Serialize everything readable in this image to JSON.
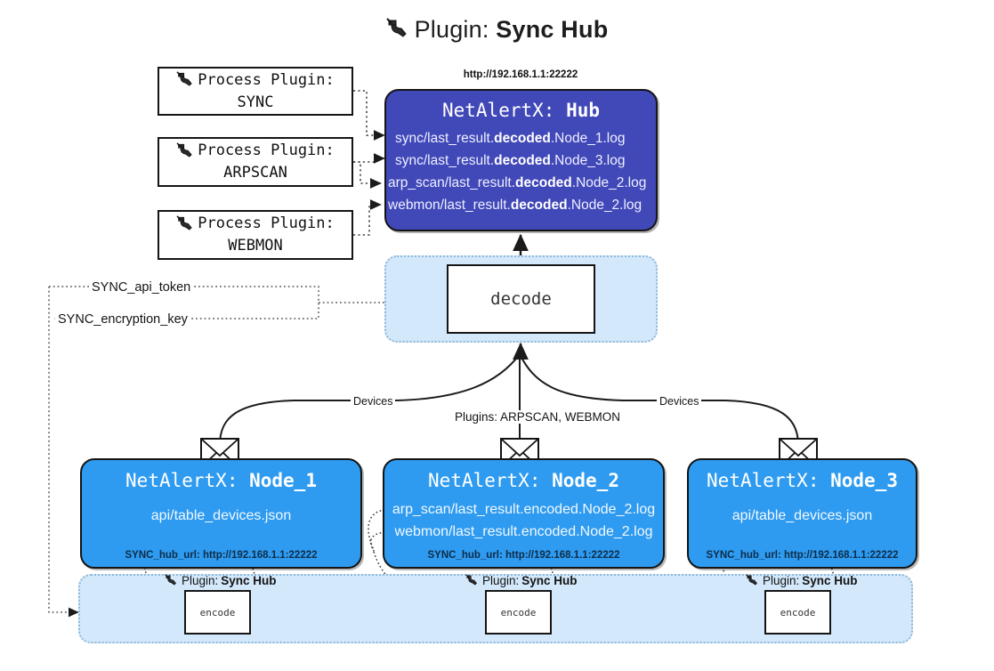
{
  "title": {
    "prefix": "Plugin: ",
    "name": "Sync Hub",
    "icon": "plug-icon"
  },
  "process_plugins": [
    {
      "label": "Process Plugin:",
      "name": "SYNC",
      "icon": "plug-icon"
    },
    {
      "label": "Process Plugin:",
      "name": "ARPSCAN",
      "icon": "plug-icon"
    },
    {
      "label": "Process Plugin:",
      "name": "WEBMON",
      "icon": "plug-icon"
    }
  ],
  "hub": {
    "url": "http://192.168.1.1:22222",
    "title_prefix": "NetAlertX: ",
    "title_name": "Hub",
    "logs": [
      {
        "pre": "sync/last_result.",
        "mid": "decoded",
        "post": ".Node_1.log"
      },
      {
        "pre": "sync/last_result.",
        "mid": "decoded",
        "post": ".Node_3.log"
      },
      {
        "pre": "arp_scan/last_result.",
        "mid": "decoded",
        "post": ".Node_2.log"
      },
      {
        "pre": "webmon/last_result.",
        "mid": "decoded",
        "post": ".Node_2.log"
      }
    ]
  },
  "decode": {
    "label": "decode"
  },
  "secrets": [
    {
      "label": "SYNC_api_token"
    },
    {
      "label": "SYNC_encryption_key"
    }
  ],
  "edge_labels": {
    "devices_left": "Devices",
    "devices_right": "Devices",
    "plugins_center": "Plugins: ARPSCAN, WEBMON"
  },
  "nodes": [
    {
      "title_prefix": "NetAlertX: ",
      "title_name": "Node_1",
      "lines": [
        "api/table_devices.json"
      ],
      "footer": "SYNC_hub_url: http://192.168.1.1:22222",
      "envelope_icon": "envelope-icon"
    },
    {
      "title_prefix": "NetAlertX: ",
      "title_name": "Node_2",
      "lines": [
        "arp_scan/last_result.encoded.Node_2.log",
        "webmon/last_result.encoded.Node_2.log"
      ],
      "footer": "SYNC_hub_url: http://192.168.1.1:22222",
      "envelope_icon": "envelope-icon"
    },
    {
      "title_prefix": "NetAlertX: ",
      "title_name": "Node_3",
      "lines": [
        "api/table_devices.json"
      ],
      "footer": "SYNC_hub_url: http://192.168.1.1:22222",
      "envelope_icon": "envelope-icon"
    }
  ],
  "plugin_strip": [
    {
      "prefix": "Plugin: ",
      "name": "Sync Hub",
      "encode_label": "encode",
      "icon": "plug-icon"
    },
    {
      "prefix": "Plugin: ",
      "name": "Sync Hub",
      "encode_label": "encode",
      "icon": "plug-icon"
    },
    {
      "prefix": "Plugin: ",
      "name": "Sync Hub",
      "encode_label": "encode",
      "icon": "plug-icon"
    }
  ],
  "colors": {
    "hub_fill": "#4148b8",
    "node_fill": "#2e9bf0",
    "region_fill": "#d3e8fa",
    "stroke": "#141414",
    "background": "#ffffff"
  }
}
